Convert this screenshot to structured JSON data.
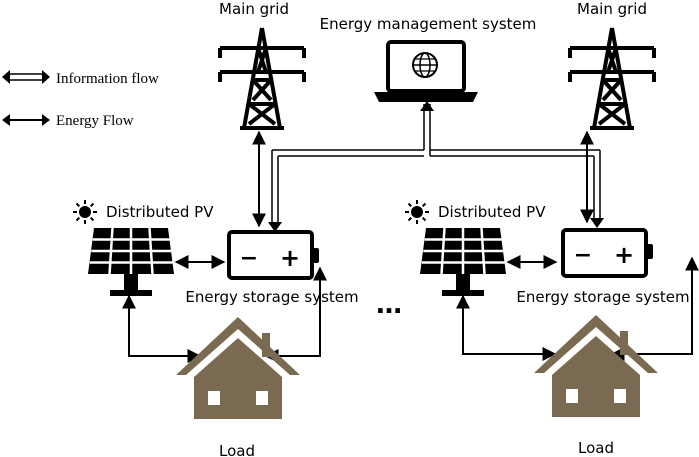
{
  "legend": {
    "information_flow": "Information flow",
    "energy_flow": "Energy Flow"
  },
  "ems": {
    "label": "Energy management system"
  },
  "left": {
    "grid_label": "Main grid",
    "pv_label": "Distributed PV",
    "ess_label": "Energy storage system",
    "load_label": "Load"
  },
  "right": {
    "grid_label": "Main grid",
    "pv_label": "Distributed PV",
    "ess_label": "Energy storage system",
    "load_label": "Load"
  },
  "ellipsis": "…",
  "battery": {
    "minus": "−",
    "plus": "+"
  },
  "colors": {
    "house": "#7a6a52",
    "line": "#000000"
  }
}
